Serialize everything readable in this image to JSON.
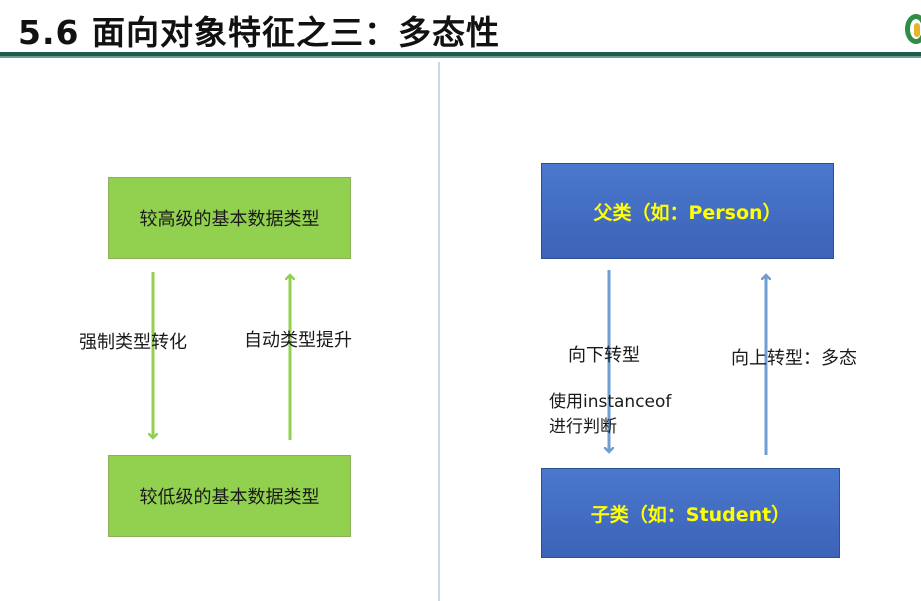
{
  "slide": {
    "title": "5.6  面向对象特征之三：多态性"
  },
  "left_diagram": {
    "top_box": "较高级的基本数据类型",
    "bottom_box": "较低级的基本数据类型",
    "down_label": "强制类型转化",
    "up_label": "自动类型提升",
    "arrow_color": "#92d050",
    "box_color": "#92d050"
  },
  "right_diagram": {
    "top_box": "父类（如：Person）",
    "bottom_box": "子类（如：Student）",
    "down_label": "向下转型",
    "down_note_line1": "使用instanceof",
    "down_note_line2": "进行判断",
    "up_label": "向上转型：多态",
    "arrow_color": "#6f9ed3",
    "box_color": "#4472c4",
    "box_text_color": "#ffff00"
  }
}
